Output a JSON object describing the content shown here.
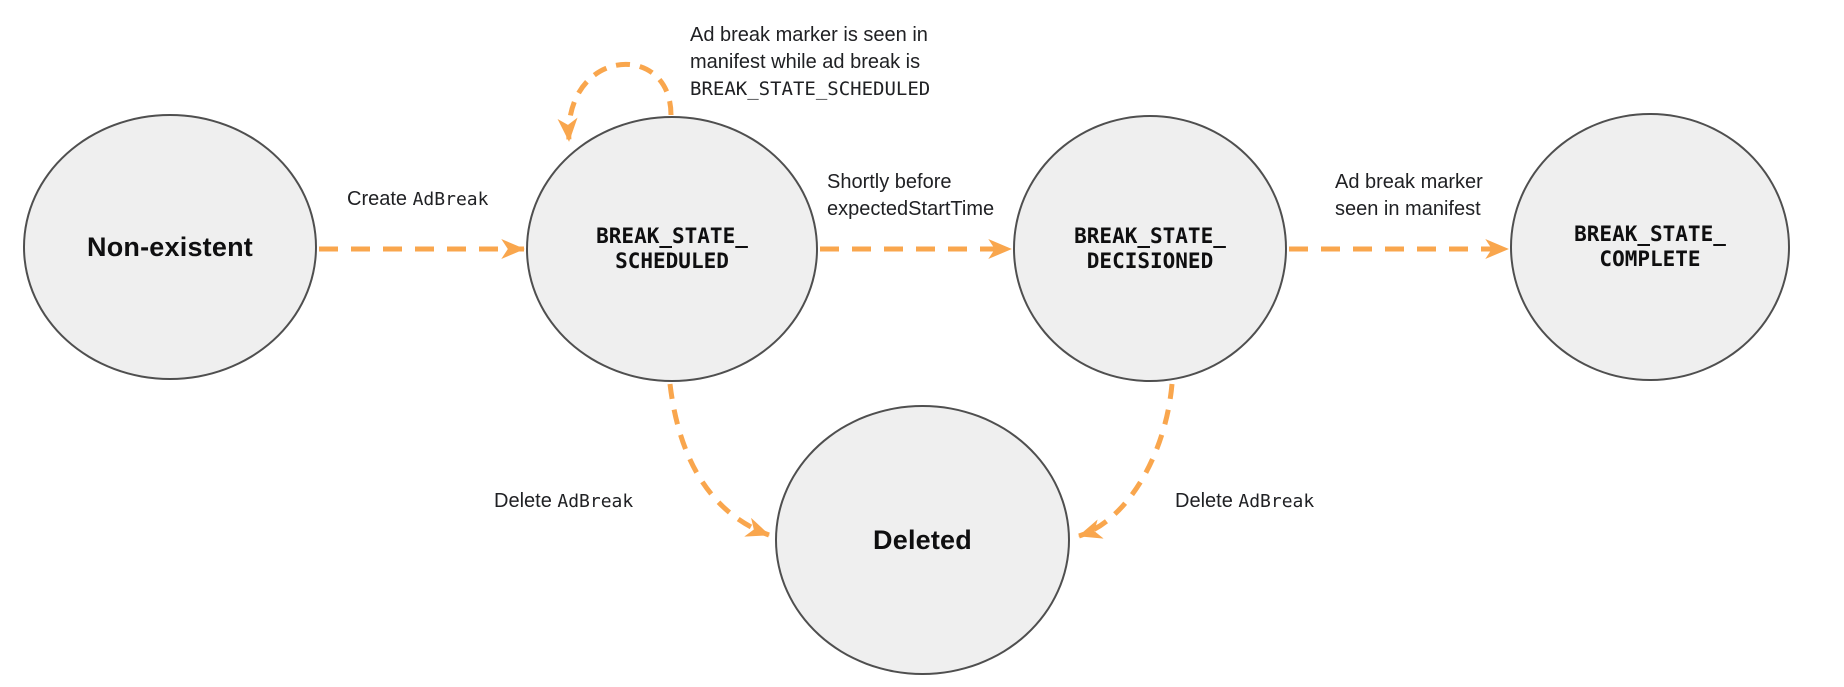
{
  "colors": {
    "accent": "#F9A64D",
    "node_fill": "#EFEFEF",
    "node_border": "#4F4F4F",
    "text": "#1A1A1A",
    "background": "#FFFFFF"
  },
  "nodes": {
    "non_existent": {
      "label": "Non-existent"
    },
    "scheduled": {
      "line1": "BREAK_STATE_",
      "line2": "SCHEDULED"
    },
    "decisioned": {
      "line1": "BREAK_STATE_",
      "line2": "DECISIONED"
    },
    "complete": {
      "line1": "BREAK_STATE_",
      "line2": "COMPLETE"
    },
    "deleted": {
      "label": "Deleted"
    }
  },
  "edges": {
    "create": {
      "sans": "Create ",
      "mono": "AdBreak"
    },
    "self_loop": {
      "line1": "Ad break marker is seen in",
      "line2": "manifest while ad break is",
      "line3_mono": "BREAK_STATE_SCHEDULED"
    },
    "decision": {
      "line1": "Shortly before",
      "line2_mono": "expectedStartTime"
    },
    "complete": {
      "line1": "Ad break marker",
      "line2": "seen in manifest"
    },
    "delete_left": {
      "sans": "Delete ",
      "mono": "AdBreak"
    },
    "delete_right": {
      "sans": "Delete ",
      "mono": "AdBreak"
    }
  }
}
